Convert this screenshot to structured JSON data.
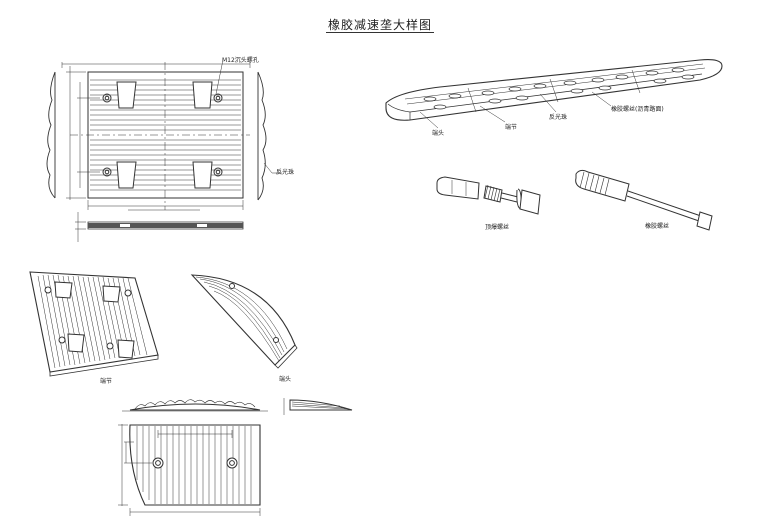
{
  "title": "橡胶减速垄大样图",
  "labels": {
    "bolt_hole": "M12沉头螺孔",
    "reflector_top": "反光珠",
    "end_cap": "端头",
    "middle_section": "端节",
    "reflector": "反光珠",
    "rubber_bolt_road": "橡胶螺丝(沥青路面)",
    "expansion_bolt": "顶爆螺丝",
    "rubber_bolt": "橡胶螺丝",
    "section_caption": "端节",
    "end_caption": "端头"
  }
}
